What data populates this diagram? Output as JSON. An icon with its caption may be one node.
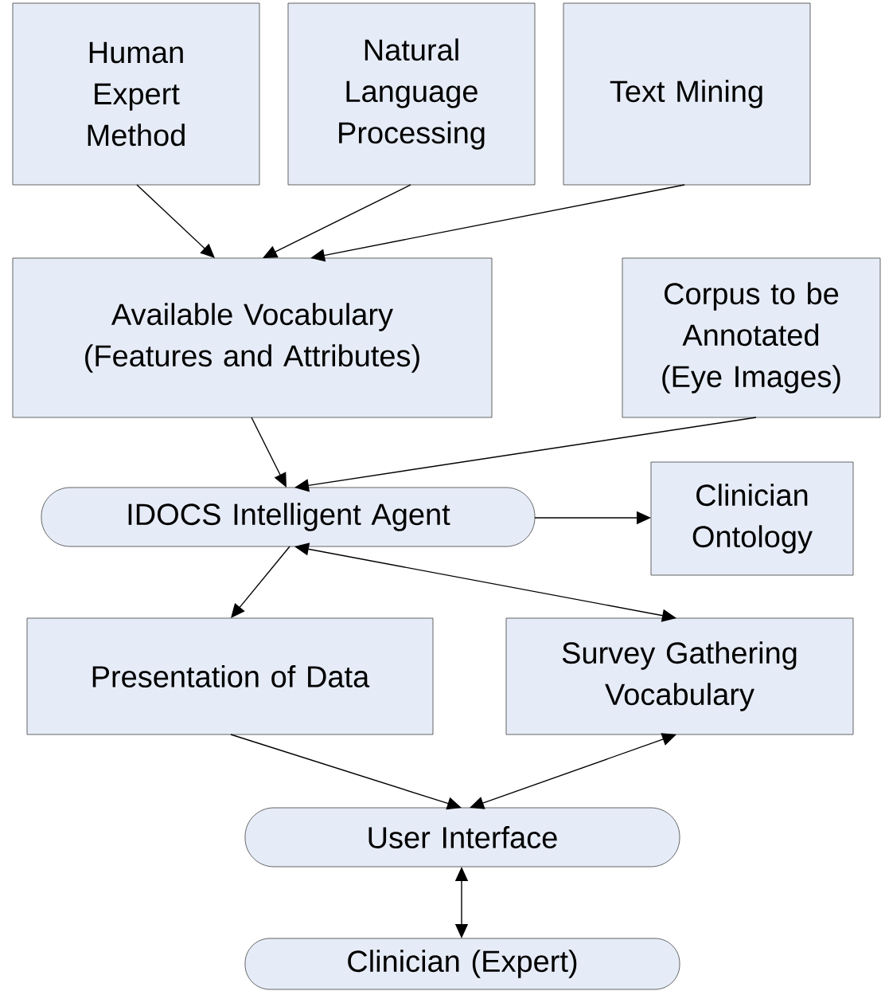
{
  "diagram": {
    "nodes": [
      {
        "text": [
          "Human Expert Method"
        ]
      },
      {
        "text": [
          "Natural Language Processing"
        ]
      },
      {
        "text": [
          "Text Mining"
        ]
      },
      {
        "text": [
          "Available Vocabulary (Features and Attributes)"
        ]
      },
      {
        "text": [
          "Corpus to be Annotated (Eye Images)"
        ]
      },
      {
        "text": [
          "IDOCS Intelligent Agent"
        ]
      },
      {
        "text": [
          "Clinician Ontology"
        ]
      },
      {
        "text": [
          "Presentation of Data"
        ]
      },
      {
        "text": [
          "Survey Gathering Vocabulary"
        ]
      },
      {
        "text": [
          "User Interface"
        ]
      },
      {
        "text": [
          "Clinician (Expert)"
        ]
      }
    ],
    "edges": [
      {
        "from": 0,
        "to": 3,
        "arrow": "to"
      },
      {
        "from": 1,
        "to": 3,
        "arrow": "to"
      },
      {
        "from": 2,
        "to": 3,
        "arrow": "to"
      },
      {
        "from": 3,
        "to": 5,
        "arrow": "to"
      },
      {
        "from": 4,
        "to": 5,
        "arrow": "to"
      },
      {
        "from": 5,
        "to": 6,
        "arrow": "to"
      },
      {
        "from": 5,
        "to": 7,
        "arrow": "to"
      },
      {
        "from": 5,
        "to": 8,
        "arrow": "both"
      },
      {
        "from": 7,
        "to": 9,
        "arrow": "to"
      },
      {
        "from": 8,
        "to": 9,
        "arrow": "both"
      },
      {
        "from": 9,
        "to": 10,
        "arrow": "both"
      }
    ]
  }
}
